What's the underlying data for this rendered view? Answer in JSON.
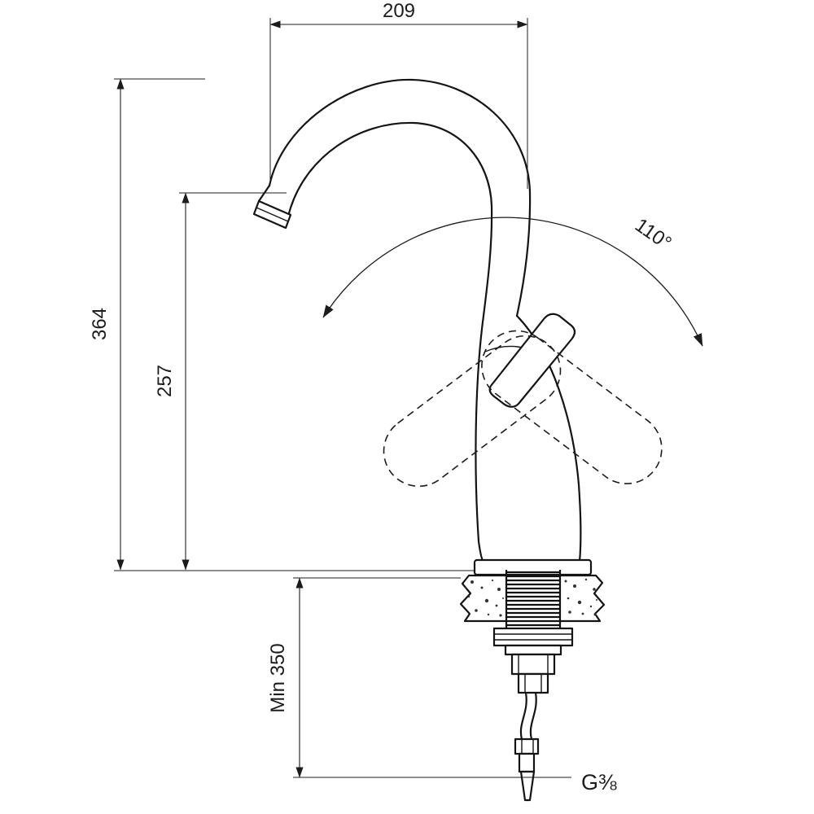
{
  "drawing": {
    "labels": {
      "top_width": "209",
      "overall_height": "364",
      "spout_height": "257",
      "min_clearance": "Min 350",
      "swivel_angle": "110°",
      "thread_size": "G⅜"
    }
  }
}
